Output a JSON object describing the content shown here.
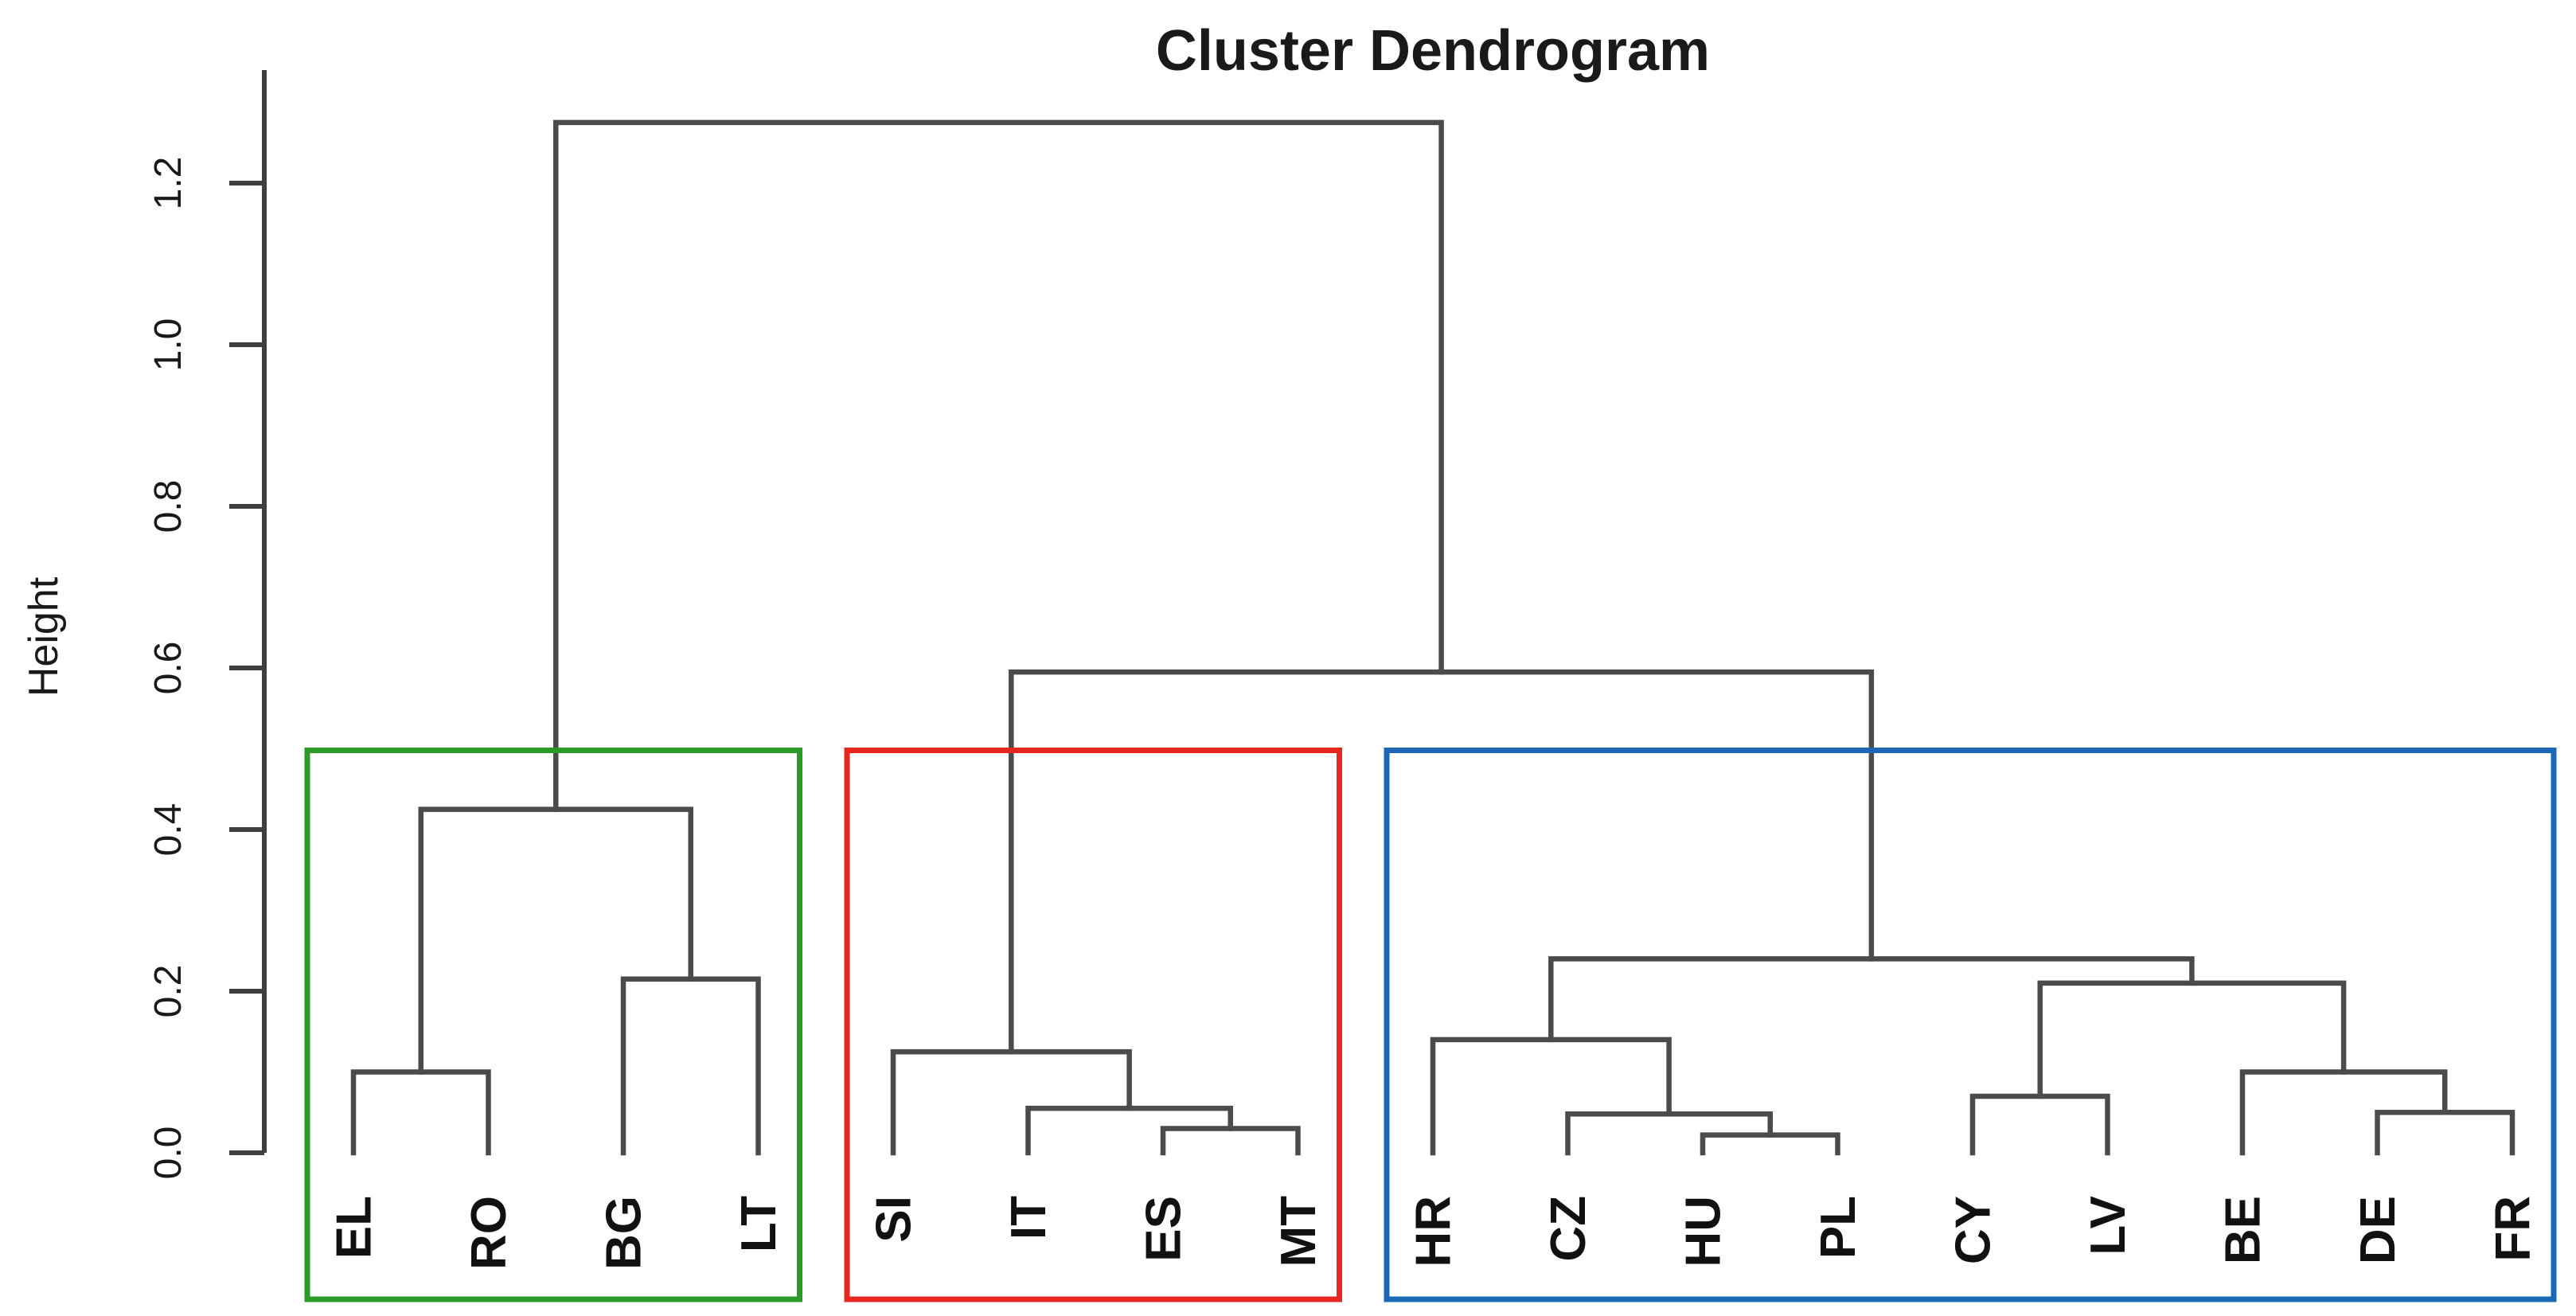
{
  "chart_data": {
    "type": "dendrogram",
    "title": "Cluster Dendrogram",
    "ylabel": "Height",
    "ylim": [
      0.0,
      1.2
    ],
    "yticks": [
      "0.0",
      "0.2",
      "0.4",
      "0.6",
      "0.8",
      "1.0",
      "1.2"
    ],
    "ytick_values": [
      0.0,
      0.2,
      0.4,
      0.6,
      0.8,
      1.0,
      1.2
    ],
    "grid": "off",
    "leaves": [
      "EL",
      "RO",
      "BG",
      "LT",
      "SI",
      "IT",
      "ES",
      "MT",
      "HR",
      "CZ",
      "HU",
      "PL",
      "CY",
      "LV",
      "BE",
      "DE",
      "FR"
    ],
    "tree": {
      "h": 1.275,
      "children": [
        {
          "h": 0.425,
          "children": [
            {
              "h": 0.1,
              "children": [
                {
                  "leaf": "EL"
                },
                {
                  "leaf": "RO"
                }
              ]
            },
            {
              "h": 0.215,
              "children": [
                {
                  "leaf": "BG"
                },
                {
                  "leaf": "LT"
                }
              ]
            }
          ]
        },
        {
          "h": 0.595,
          "children": [
            {
              "h": 0.125,
              "children": [
                {
                  "leaf": "SI"
                },
                {
                  "h": 0.055,
                  "children": [
                    {
                      "leaf": "IT"
                    },
                    {
                      "h": 0.03,
                      "children": [
                        {
                          "leaf": "ES"
                        },
                        {
                          "leaf": "MT"
                        }
                      ]
                    }
                  ]
                }
              ]
            },
            {
              "h": 0.24,
              "children": [
                {
                  "h": 0.14,
                  "children": [
                    {
                      "leaf": "HR"
                    },
                    {
                      "h": 0.048,
                      "children": [
                        {
                          "leaf": "CZ"
                        },
                        {
                          "h": 0.022,
                          "children": [
                            {
                              "leaf": "HU"
                            },
                            {
                              "leaf": "PL"
                            }
                          ]
                        }
                      ]
                    }
                  ]
                },
                {
                  "h": 0.21,
                  "children": [
                    {
                      "h": 0.07,
                      "children": [
                        {
                          "leaf": "CY"
                        },
                        {
                          "leaf": "LV"
                        }
                      ]
                    },
                    {
                      "h": 0.1,
                      "children": [
                        {
                          "leaf": "BE"
                        },
                        {
                          "h": 0.05,
                          "children": [
                            {
                              "leaf": "DE"
                            },
                            {
                              "leaf": "FR"
                            }
                          ]
                        }
                      ]
                    }
                  ]
                }
              ]
            }
          ]
        }
      ]
    },
    "clusters": [
      {
        "name": "cluster-1",
        "color": "#2a9b26",
        "from": "EL",
        "to": "LT",
        "cut_height": 0.5
      },
      {
        "name": "cluster-2",
        "color": "#e8251f",
        "from": "SI",
        "to": "MT",
        "cut_height": 0.5
      },
      {
        "name": "cluster-3",
        "color": "#1c67b6",
        "from": "HR",
        "to": "FR",
        "cut_height": 0.5
      }
    ],
    "line_color": "#4b4b4b"
  }
}
